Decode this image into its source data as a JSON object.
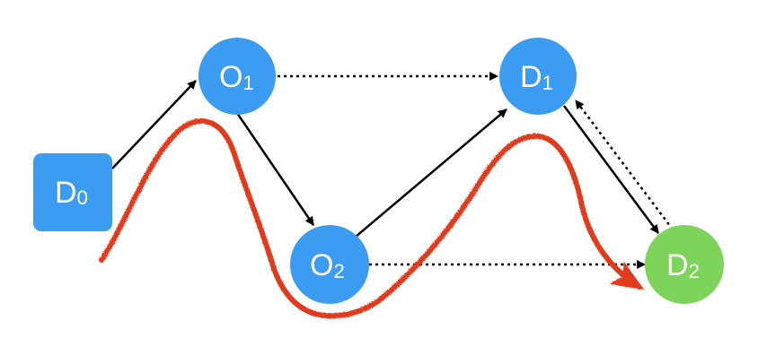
{
  "nodes": {
    "d0": {
      "main": "D",
      "sub": "0",
      "color": "#3b9cf2"
    },
    "o1": {
      "main": "O",
      "sub": "1",
      "color": "#3b9cf2"
    },
    "o2": {
      "main": "O",
      "sub": "2",
      "color": "#3b9cf2"
    },
    "d1": {
      "main": "D",
      "sub": "1",
      "color": "#3b9cf2"
    },
    "d2": {
      "main": "D",
      "sub": "2",
      "color": "#7ed35a"
    }
  },
  "colors": {
    "edge": "#000000",
    "path": "#e03a1e"
  }
}
